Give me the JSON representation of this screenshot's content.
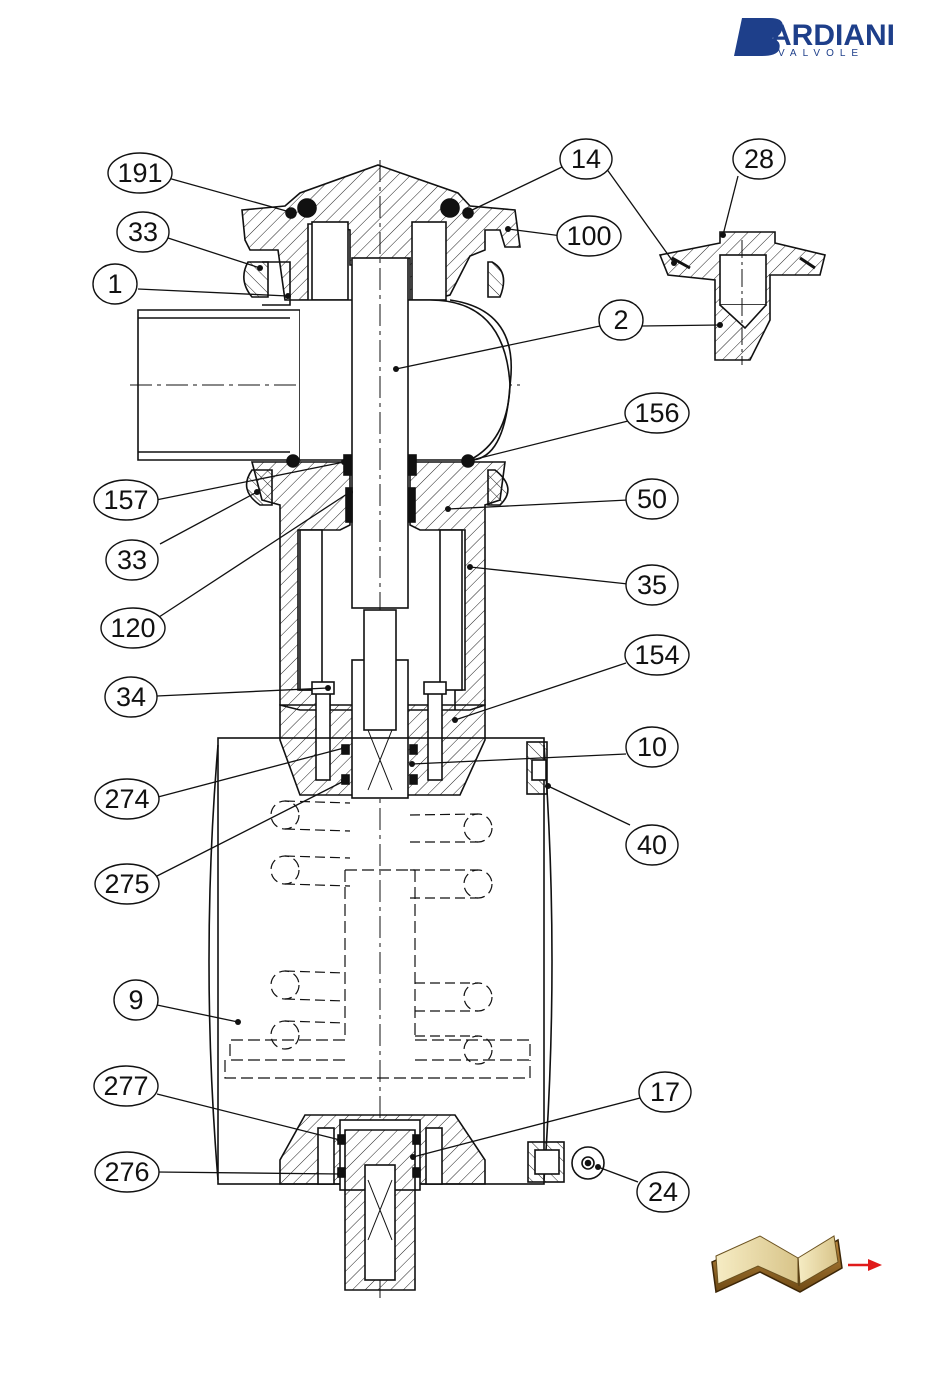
{
  "brand": {
    "logo_letter": "B",
    "name": "ARDIANI",
    "tagline": "VALVOLE",
    "color": "#1e3f8a"
  },
  "callouts": [
    {
      "id": "191",
      "label": "191"
    },
    {
      "id": "33a",
      "label": "33"
    },
    {
      "id": "1",
      "label": "1"
    },
    {
      "id": "14",
      "label": "14"
    },
    {
      "id": "100",
      "label": "100"
    },
    {
      "id": "28",
      "label": "28"
    },
    {
      "id": "2",
      "label": "2"
    },
    {
      "id": "156",
      "label": "156"
    },
    {
      "id": "157",
      "label": "157"
    },
    {
      "id": "50",
      "label": "50"
    },
    {
      "id": "33b",
      "label": "33"
    },
    {
      "id": "35",
      "label": "35"
    },
    {
      "id": "120",
      "label": "120"
    },
    {
      "id": "154",
      "label": "154"
    },
    {
      "id": "34",
      "label": "34"
    },
    {
      "id": "10",
      "label": "10"
    },
    {
      "id": "274",
      "label": "274"
    },
    {
      "id": "40",
      "label": "40"
    },
    {
      "id": "275",
      "label": "275"
    },
    {
      "id": "9",
      "label": "9"
    },
    {
      "id": "17",
      "label": "17"
    },
    {
      "id": "277",
      "label": "277"
    },
    {
      "id": "276",
      "label": "276"
    },
    {
      "id": "24",
      "label": "24"
    }
  ],
  "navigation": {
    "book_icon": "open-book-icon",
    "arrow_icon": "right-arrow-icon",
    "arrow_color": "#e01b1b"
  }
}
